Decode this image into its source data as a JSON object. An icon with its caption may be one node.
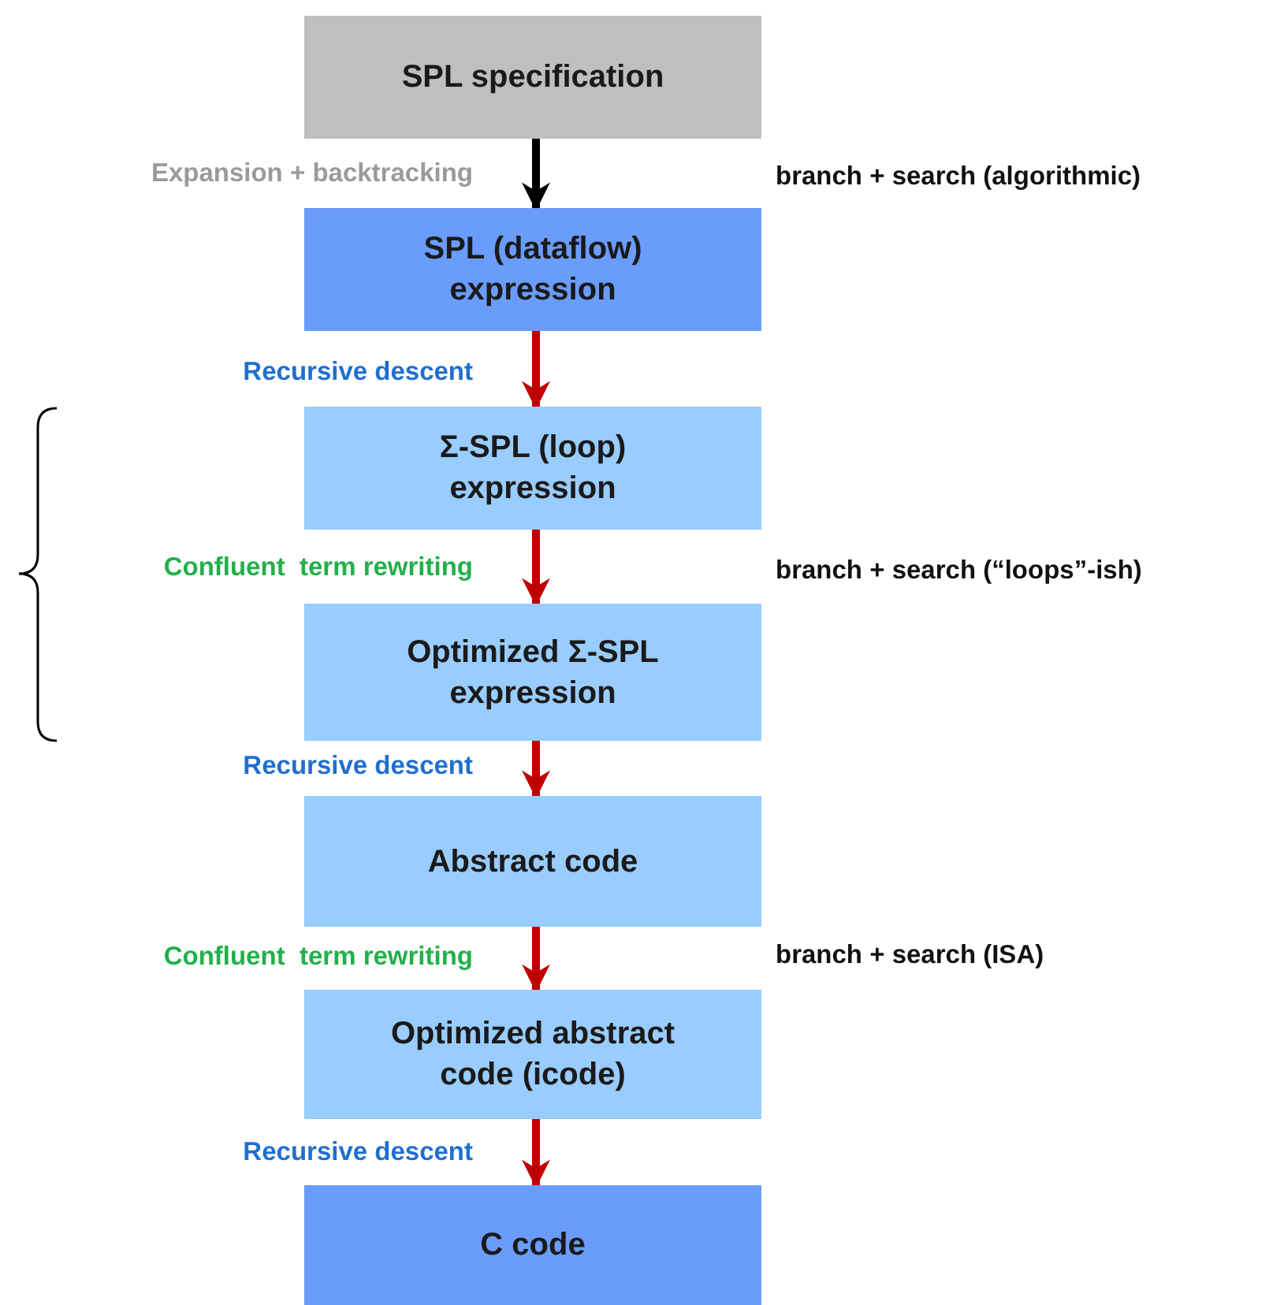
{
  "diagram": {
    "nodes": [
      {
        "text": [
          "SPL specification"
        ]
      },
      {
        "text": [
          "SPL (dataflow) expression"
        ]
      },
      {
        "text": [
          "Σ-SPL (loop) expression"
        ]
      },
      {
        "text": [
          "Optimized Σ-SPL expression"
        ]
      },
      {
        "text": [
          "Abstract code"
        ]
      },
      {
        "text": [
          "Optimized abstract code (icode)"
        ]
      },
      {
        "text": [
          "C code"
        ]
      }
    ],
    "edges": [
      {
        "from": 0,
        "to": 1,
        "arrow": "to",
        "label": "Expansion + backtracking",
        "color": "#000000"
      },
      {
        "from": 1,
        "to": 2,
        "arrow": "to",
        "label": "Recursive descent"
      },
      {
        "from": 2,
        "to": 3,
        "arrow": "to",
        "label": "Confluent  term rewriting"
      },
      {
        "from": 3,
        "to": 4,
        "arrow": "to",
        "label": "Recursive descent"
      },
      {
        "from": 4,
        "to": 5,
        "arrow": "to",
        "label": "Confluent  term rewriting"
      },
      {
        "from": 5,
        "to": 6,
        "arrow": "to",
        "label": "Recursive descent"
      }
    ],
    "labels": [
      "branch + search (algorithmic)",
      "branch + search (“loops”-ish)",
      "branch + search (ISA)"
    ]
  }
}
